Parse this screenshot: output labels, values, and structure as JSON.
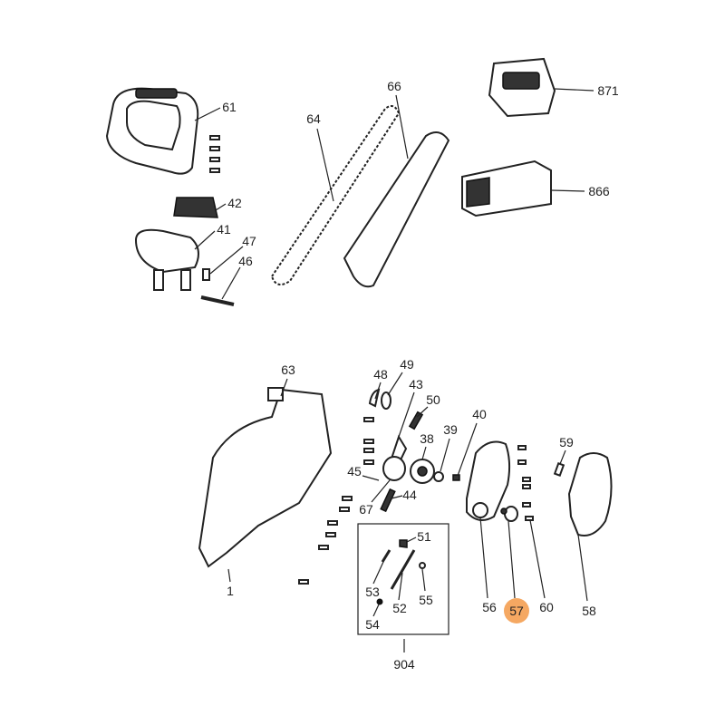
{
  "diagram": {
    "highlight_color": "#f5a862",
    "highlighted_part": "57",
    "callouts": [
      {
        "id": "61",
        "label": "61"
      },
      {
        "id": "64",
        "label": "64"
      },
      {
        "id": "66",
        "label": "66"
      },
      {
        "id": "871",
        "label": "871"
      },
      {
        "id": "866",
        "label": "866"
      },
      {
        "id": "42",
        "label": "42"
      },
      {
        "id": "41",
        "label": "41"
      },
      {
        "id": "47",
        "label": "47"
      },
      {
        "id": "46",
        "label": "46"
      },
      {
        "id": "63",
        "label": "63"
      },
      {
        "id": "48",
        "label": "48"
      },
      {
        "id": "49",
        "label": "49"
      },
      {
        "id": "43",
        "label": "43"
      },
      {
        "id": "50",
        "label": "50"
      },
      {
        "id": "39",
        "label": "39"
      },
      {
        "id": "40",
        "label": "40"
      },
      {
        "id": "38",
        "label": "38"
      },
      {
        "id": "59",
        "label": "59"
      },
      {
        "id": "45",
        "label": "45"
      },
      {
        "id": "44",
        "label": "44"
      },
      {
        "id": "67",
        "label": "67"
      },
      {
        "id": "51",
        "label": "51"
      },
      {
        "id": "53",
        "label": "53"
      },
      {
        "id": "52",
        "label": "52"
      },
      {
        "id": "55",
        "label": "55"
      },
      {
        "id": "54",
        "label": "54"
      },
      {
        "id": "56",
        "label": "56"
      },
      {
        "id": "57",
        "label": "57"
      },
      {
        "id": "60",
        "label": "60"
      },
      {
        "id": "58",
        "label": "58"
      },
      {
        "id": "1",
        "label": "1"
      },
      {
        "id": "904",
        "label": "904"
      }
    ]
  }
}
